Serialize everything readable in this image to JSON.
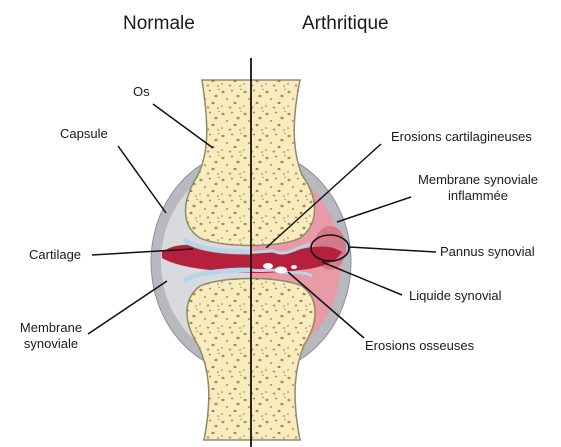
{
  "headers": {
    "left": "Normale",
    "right": "Arthritique"
  },
  "labels": {
    "os": "Os",
    "capsule": "Capsule",
    "cartilage": "Cartilage",
    "membrane_synoviale_line1": "Membrane",
    "membrane_synoviale_line2": "synoviale",
    "erosions_cartilagineuses": "Erosions cartilagineuses",
    "membrane_inflammee_line1": "Membrane synoviale",
    "membrane_inflammee_line2": "inflammée",
    "pannus_synovial": "Pannus synovial",
    "liquide_synovial": "Liquide synovial",
    "erosions_osseuses": "Erosions osseuses"
  },
  "colors": {
    "bone": "#f8ecbe",
    "bone_outline": "#8f8a6c",
    "bone_speckle": "#9a8240",
    "capsule": "#b7b9bf",
    "capsule_inner": "#d9dadd",
    "cartilage": "#b9d4e4",
    "synovial_fluid": "#b5203d",
    "inflamed_membrane": "#e89aa6",
    "line": "#111111"
  }
}
